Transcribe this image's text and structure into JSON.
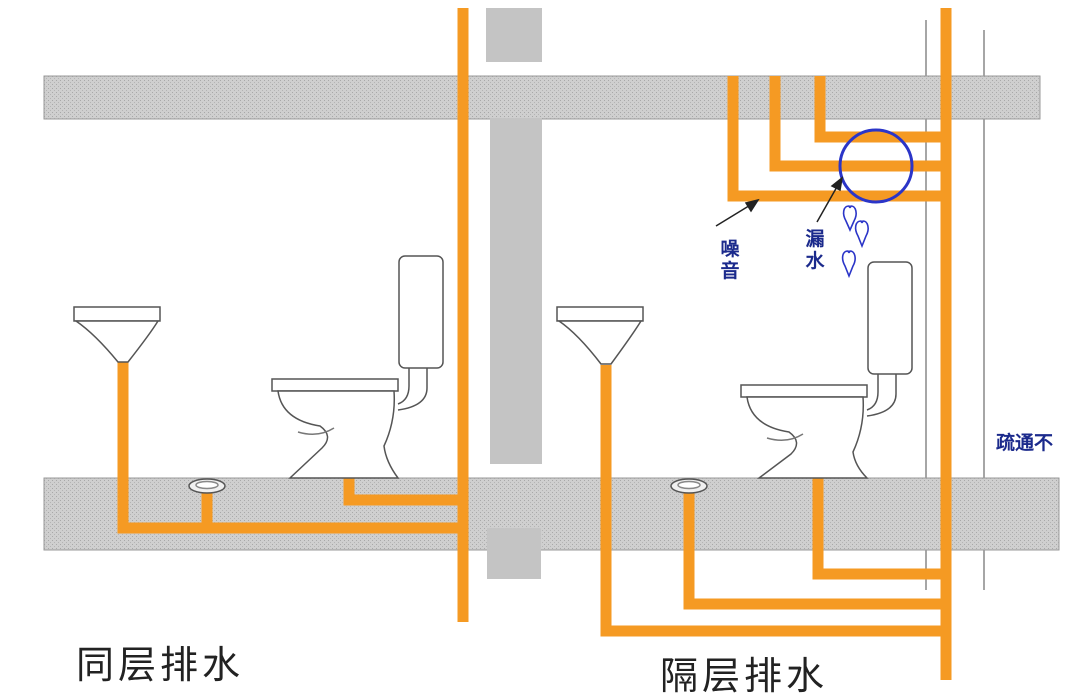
{
  "captions": {
    "same_floor": "同层排水",
    "separate_floor": "隔层排水"
  },
  "annotations": {
    "noise": "噪音",
    "leak": "漏水",
    "side_text": "疏通不"
  },
  "colors": {
    "pipe": "#f59a23",
    "slab": "#c8c8c8",
    "column": "#c4c4c4",
    "annotation": "#1b2a8c",
    "leak_circle": "#2b35c8"
  },
  "icons": [
    "toilet",
    "washbasin",
    "floor-drain",
    "water-drop",
    "arrow"
  ]
}
